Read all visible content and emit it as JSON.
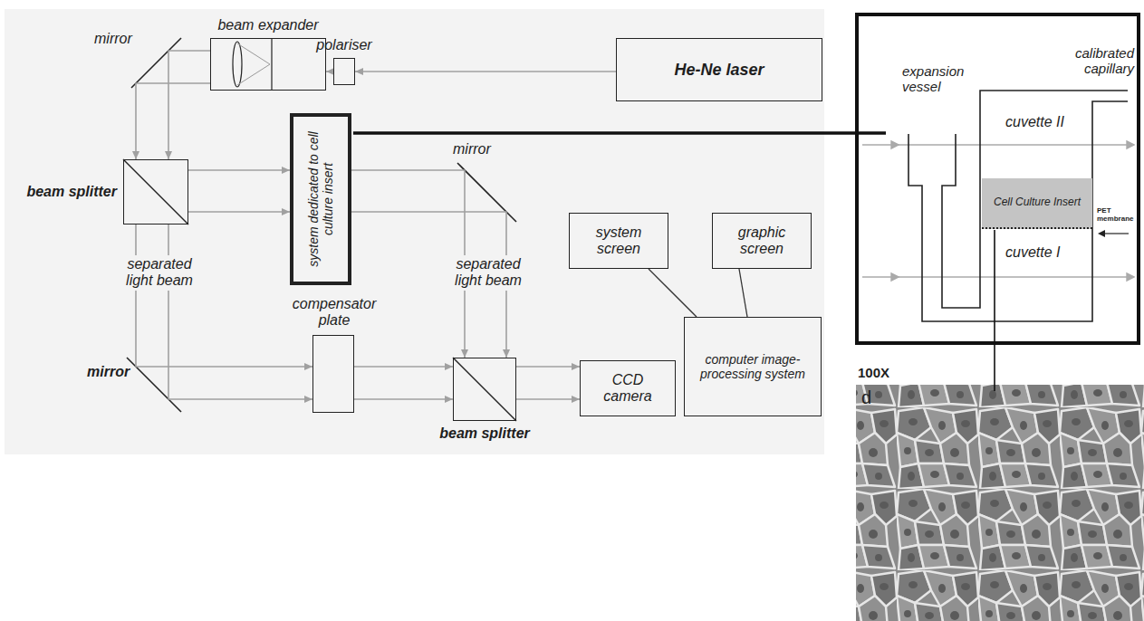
{
  "diagram": {
    "nodes": [
      {
        "text": [
          "beam expander"
        ]
      },
      {
        "text": [
          "polariser"
        ]
      },
      {
        "text": [
          "He-Ne laser"
        ]
      },
      {
        "text": [
          "beam splitter"
        ]
      },
      {
        "text": [
          "system dedicated to cell culture insert"
        ]
      },
      {
        "text": [
          "compensator plate"
        ]
      },
      {
        "text": [
          "beam splitter"
        ]
      },
      {
        "text": [
          "CCD camera"
        ]
      },
      {
        "text": [
          "computer image-processing system"
        ]
      },
      {
        "text": [
          "system screen"
        ]
      },
      {
        "text": [
          "graphic screen"
        ]
      },
      {
        "text": [
          "Cell Culture Insert"
        ]
      }
    ],
    "edges": [
      {
        "from": 2,
        "to": 1,
        "arrow": "to"
      },
      {
        "from": 1,
        "to": 0,
        "arrow": "to"
      },
      {
        "from": 0,
        "to": 3,
        "arrow": "to"
      },
      {
        "from": 3,
        "to": 4,
        "arrow": "to"
      },
      {
        "from": 4,
        "to": 6,
        "arrow": "to"
      },
      {
        "from": 3,
        "to": 5,
        "arrow": "to"
      },
      {
        "from": 5,
        "to": 6,
        "arrow": "to"
      },
      {
        "from": 6,
        "to": 7,
        "arrow": "to"
      },
      {
        "from": 8,
        "to": 9,
        "arrow": "none"
      },
      {
        "from": 8,
        "to": 10,
        "arrow": "none"
      }
    ],
    "labels": [
      "mirror",
      "separated light beam",
      "mirror",
      "mirror",
      "separated light beam",
      "expansion vessel",
      "calibrated capillary",
      "cuvette II",
      "cuvette I",
      "PET membrane",
      "100X",
      "d"
    ]
  }
}
